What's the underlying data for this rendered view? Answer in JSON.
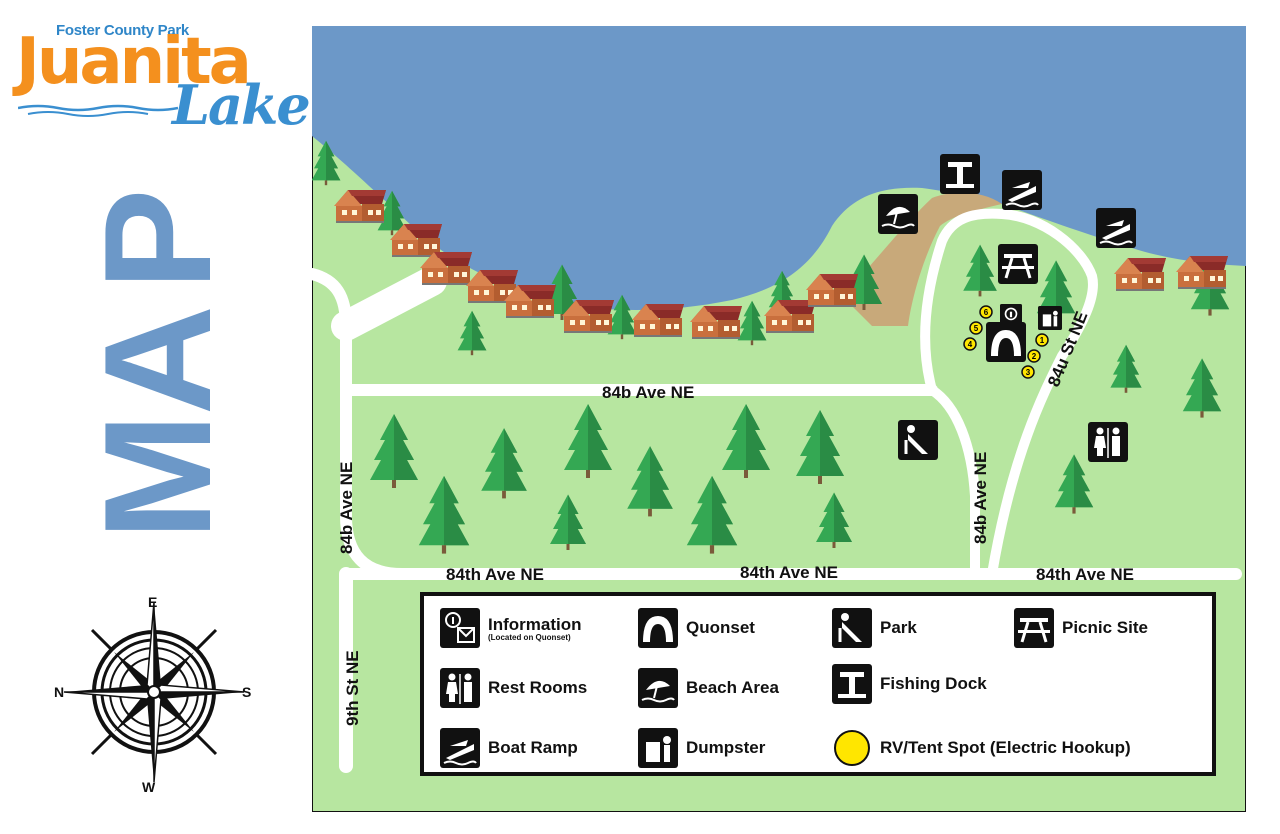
{
  "brand": {
    "subtitle": "Foster County Park",
    "name": "Juanita",
    "script": "Lake"
  },
  "title_vertical": [
    "M",
    "A",
    "P"
  ],
  "compass": {
    "top": "E",
    "left": "N",
    "right": "S",
    "bottom": "W"
  },
  "roads": {
    "r1": "84b Ave NE",
    "r2": "84u St NE",
    "r3": "84b Ave NE",
    "r4": "84b Ave NE",
    "r5": "84th Ave NE",
    "r6": "84th Ave NE",
    "r7": "84th Ave NE",
    "r8": "9th St NE"
  },
  "rv_spots": [
    "1",
    "2",
    "3",
    "4",
    "5",
    "6"
  ],
  "legend": [
    {
      "key": "info",
      "label": "Information",
      "note": "(Located on Quonset)",
      "icon": "info-icon"
    },
    {
      "key": "quonset",
      "label": "Quonset",
      "icon": "quonset-icon"
    },
    {
      "key": "park",
      "label": "Park",
      "icon": "playground-icon"
    },
    {
      "key": "picnic",
      "label": "Picnic Site",
      "icon": "picnic-table-icon"
    },
    {
      "key": "restrooms",
      "label": "Rest Rooms",
      "icon": "restroom-icon"
    },
    {
      "key": "beach",
      "label": "Beach Area",
      "icon": "beach-umbrella-icon"
    },
    {
      "key": "dock",
      "label": "Fishing Dock",
      "icon": "fishing-dock-icon"
    },
    {
      "key": "boat",
      "label": "Boat Ramp",
      "icon": "boat-ramp-icon"
    },
    {
      "key": "dumpster",
      "label": "Dumpster",
      "icon": "dumpster-icon"
    },
    {
      "key": "rv",
      "label": "RV/Tent Spot (Electric Hookup)",
      "icon": "rv-spot-icon"
    }
  ],
  "colors": {
    "lake": "#6c98c8",
    "grass": "#b7e6a0",
    "sand": "#c8a97a",
    "tree": "#2e9e4e",
    "cabin": "#c96f3d",
    "roof": "#8a2b28",
    "rv": "#ffe600",
    "brand_orange": "#f4901e",
    "brand_blue": "#3a8fd0",
    "map_title": "#6c98c8"
  }
}
